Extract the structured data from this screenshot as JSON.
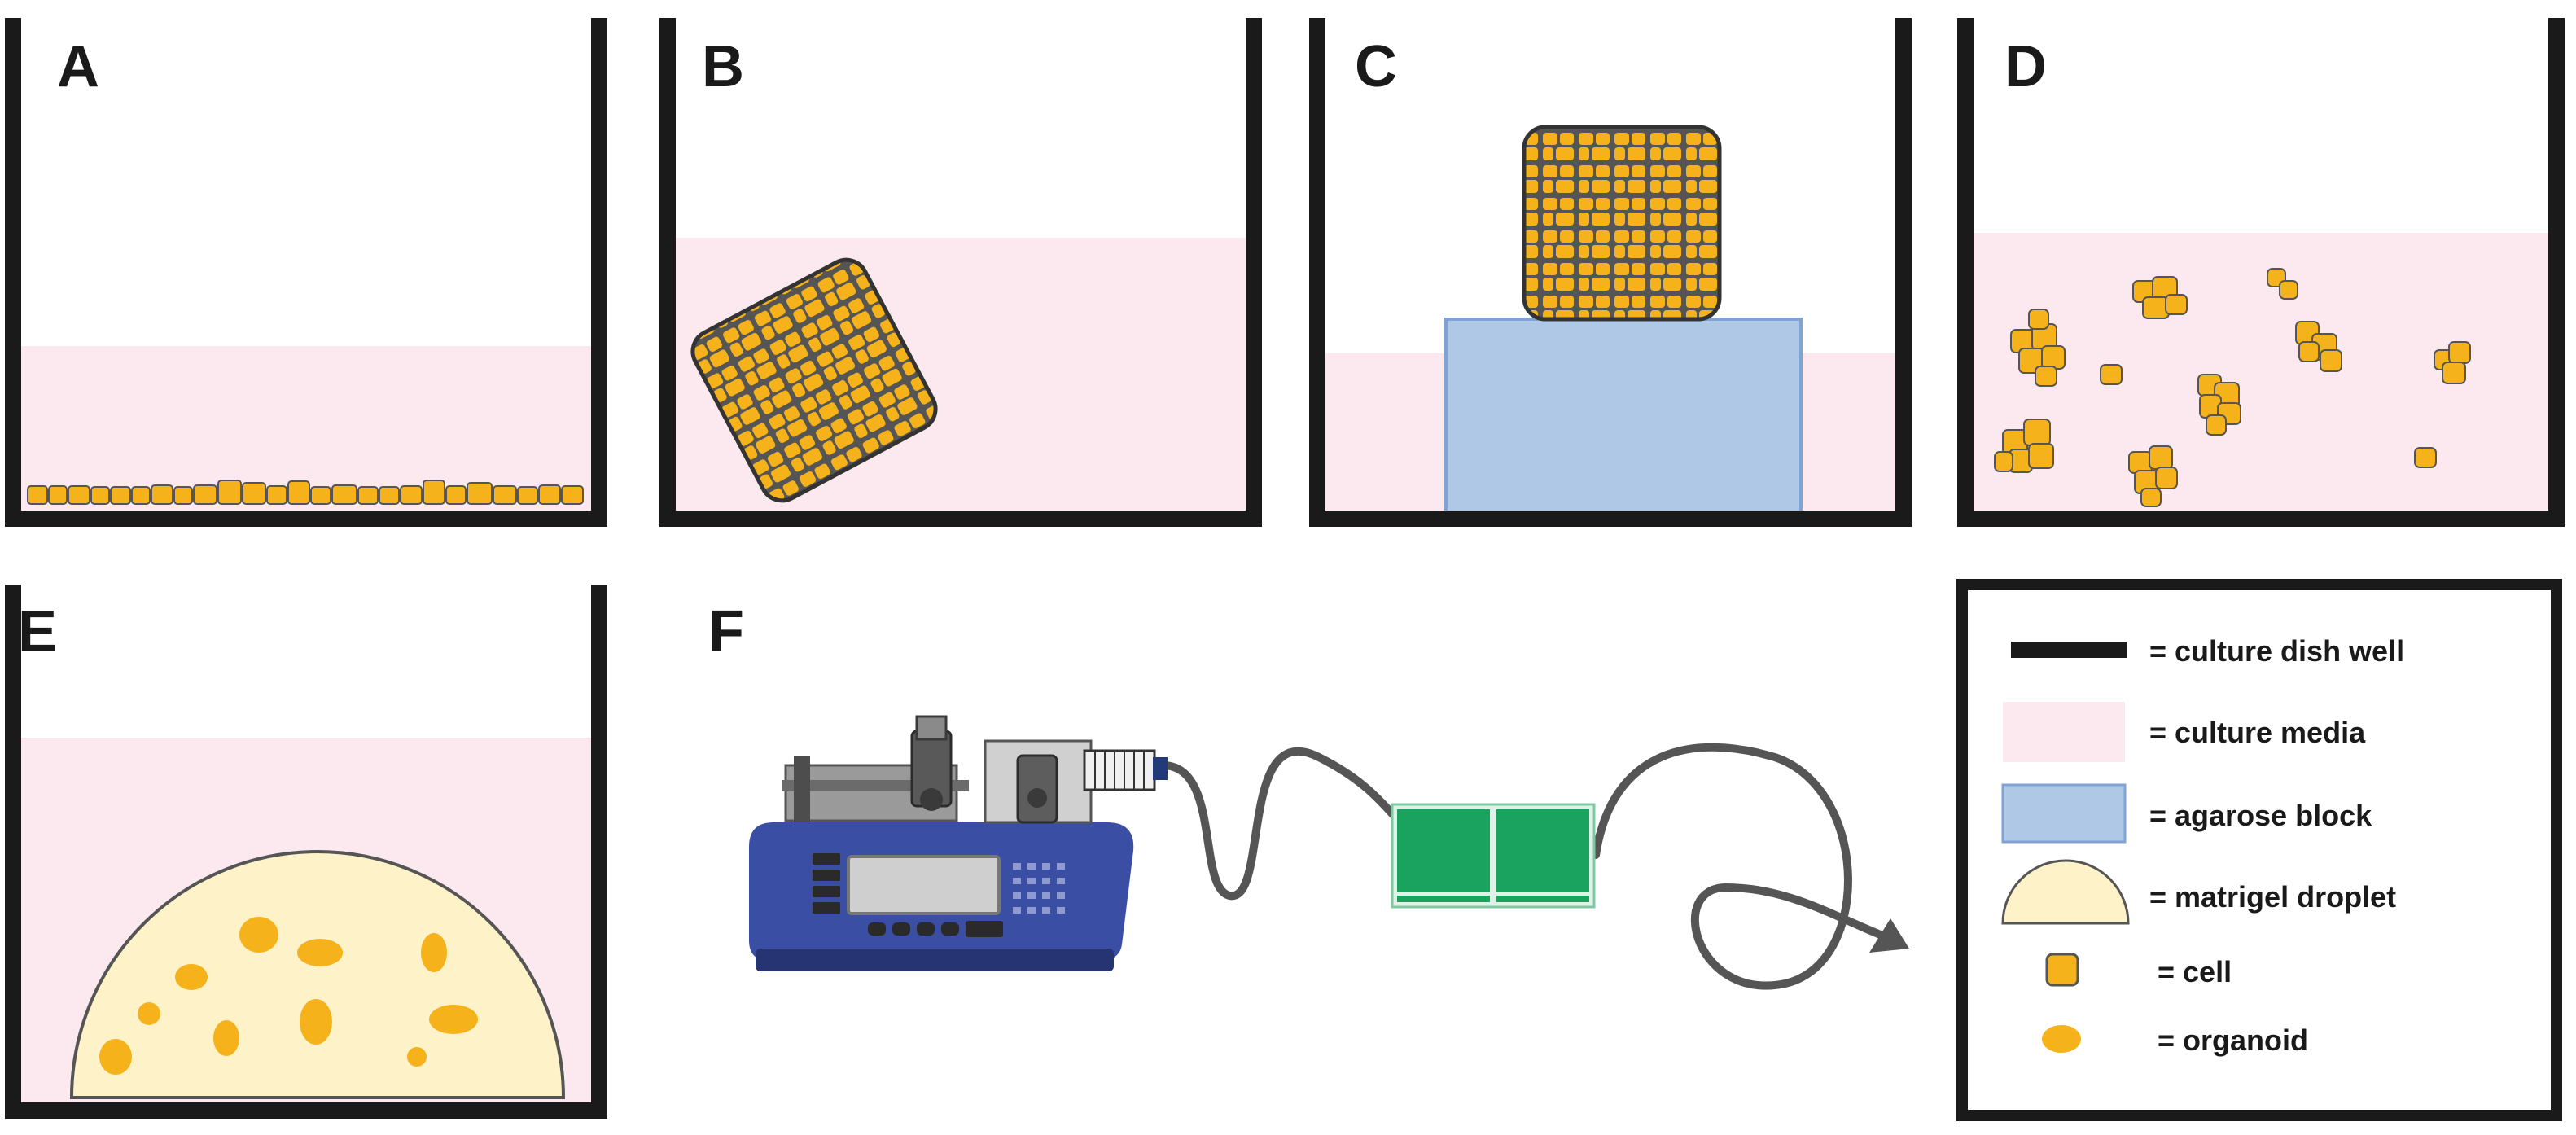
{
  "figure": {
    "panels": [
      {
        "letter": "A"
      },
      {
        "letter": "B"
      },
      {
        "letter": "C"
      },
      {
        "letter": "D"
      },
      {
        "letter": "E"
      },
      {
        "letter": "F"
      }
    ],
    "legend": {
      "items": [
        {
          "symbol": "culture-dish-well",
          "text": "= culture dish well"
        },
        {
          "symbol": "culture-media",
          "text": "= culture media"
        },
        {
          "symbol": "agarose-block",
          "text": "= agarose block"
        },
        {
          "symbol": "matrigel-droplet",
          "text": "= matrigel droplet"
        },
        {
          "symbol": "cell",
          "text": "= cell"
        },
        {
          "symbol": "organoid",
          "text": "= organoid"
        }
      ]
    }
  },
  "colors": {
    "well": "#1a1a1a",
    "media": "#fbe9ef",
    "agarose": "#afc8e6",
    "agarose_stroke": "#7fa4d4",
    "matrigel": "#fdf2c8",
    "cell": "#f5b21a",
    "cell_stroke": "#555555",
    "organoid": "#f5b21a",
    "pump_body": "#3a4fa3",
    "chip": "#1aa35f",
    "tube": "#555555"
  }
}
